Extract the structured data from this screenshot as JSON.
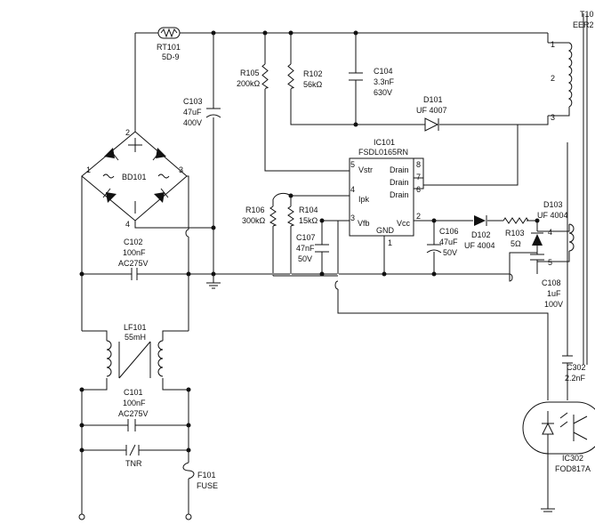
{
  "components": {
    "rt101": {
      "ref": "RT101",
      "value": "5D-9"
    },
    "r105": {
      "ref": "R105",
      "value": "200kΩ"
    },
    "r102": {
      "ref": "R102",
      "value": "56kΩ"
    },
    "c104": {
      "ref": "C104",
      "value": "3.3nF",
      "rating": "630V"
    },
    "d101": {
      "ref": "D101",
      "value": "UF 4007"
    },
    "c103": {
      "ref": "C103",
      "value": "47uF",
      "rating": "400V"
    },
    "bd101": {
      "ref": "BD101",
      "pin1": "1",
      "pin2": "2",
      "pin3": "3",
      "pin4": "4"
    },
    "ic101": {
      "ref": "IC101",
      "part": "FSDL0165RN",
      "pins": {
        "vstr": "Vstr",
        "ipk": "Ipk",
        "vfb": "Vfb",
        "gnd": "GND",
        "vcc": "Vcc",
        "drain8": "Drain",
        "drain7": "Drain",
        "drain6": "Drain",
        "n5": "5",
        "n4": "4",
        "n3": "3",
        "n1": "1",
        "n2": "2",
        "n8": "8",
        "n7": "7",
        "n6": "6"
      }
    },
    "r106": {
      "ref": "R106",
      "value": "300kΩ"
    },
    "r104": {
      "ref": "R104",
      "value": "15kΩ"
    },
    "c107": {
      "ref": "C107",
      "value": "47nF",
      "rating": "50V"
    },
    "c106": {
      "ref": "C106",
      "value": "47uF",
      "rating": "50V"
    },
    "d102": {
      "ref": "D102",
      "value": "UF 4004"
    },
    "r103": {
      "ref": "R103",
      "value": "5Ω"
    },
    "d103": {
      "ref": "D103",
      "value": "UF 4004"
    },
    "c108": {
      "ref": "C108",
      "value": "1uF",
      "rating": "100V"
    },
    "c102": {
      "ref": "C102",
      "value": "100nF",
      "rating": "AC275V"
    },
    "lf101": {
      "ref": "LF101",
      "value": "55mH"
    },
    "c101": {
      "ref": "C101",
      "value": "100nF",
      "rating": "AC275V"
    },
    "tnr": {
      "ref": "TNR"
    },
    "f101": {
      "ref": "F101",
      "value": "FUSE"
    },
    "c302": {
      "ref": "C302",
      "value": "2.2nF"
    },
    "ic302": {
      "ref": "IC302",
      "part": "FOD817A"
    },
    "t101": {
      "ref": "T10",
      "part": "EER2",
      "pin1": "1",
      "pin2": "2",
      "pin3": "3",
      "pin4": "4",
      "pin5": "5"
    }
  }
}
